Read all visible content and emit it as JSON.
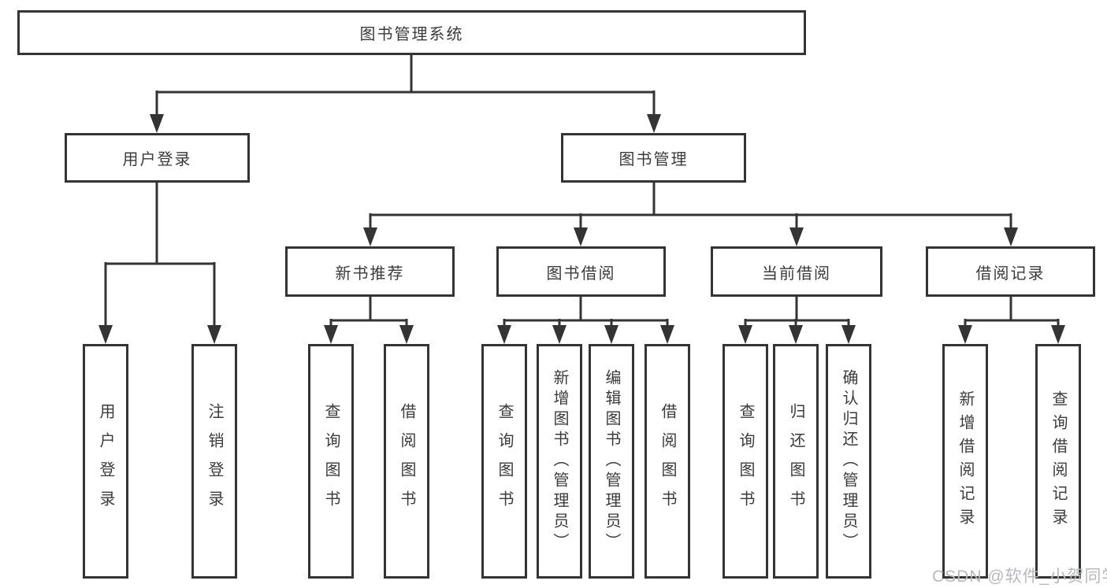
{
  "diagram": {
    "title": "图书管理系统",
    "branches": [
      {
        "label": "用户登录",
        "children": [
          {
            "label": "用户登录"
          },
          {
            "label": "注销登录"
          }
        ]
      },
      {
        "label": "图书管理",
        "children": [
          {
            "label": "新书推荐",
            "children": [
              {
                "label": "查询图书"
              },
              {
                "label": "借阅图书"
              }
            ]
          },
          {
            "label": "图书借阅",
            "children": [
              {
                "label": "查询图书"
              },
              {
                "label": "新增图书（管理员）"
              },
              {
                "label": "编辑图书（管理员）"
              },
              {
                "label": "借阅图书"
              }
            ]
          },
          {
            "label": "当前借阅",
            "children": [
              {
                "label": "查询图书"
              },
              {
                "label": "归还图书"
              },
              {
                "label": "确认归还（管理员）"
              }
            ]
          },
          {
            "label": "借阅记录",
            "children": [
              {
                "label": "新增借阅记录"
              },
              {
                "label": "查询借阅记录"
              }
            ]
          }
        ]
      }
    ]
  },
  "colors": {
    "line": "#343434",
    "text": "#3b3b3b",
    "watermark": "#b6babf",
    "background": "#ffffff"
  },
  "watermark": {
    "text": "CSDN @软件_小贺同学"
  }
}
